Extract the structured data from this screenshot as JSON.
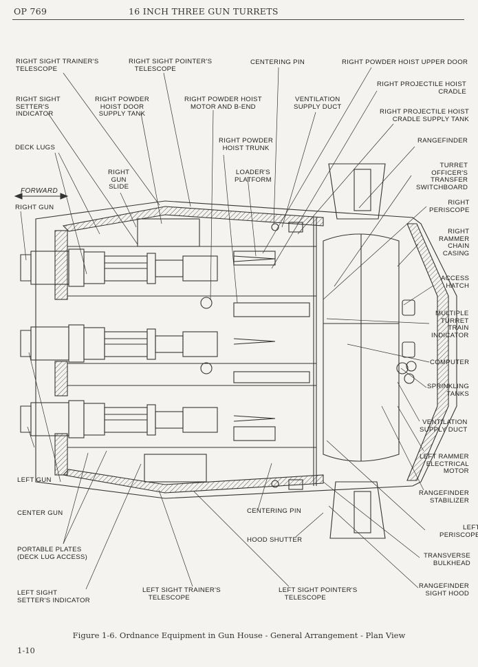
{
  "header": {
    "doc_number": "OP 769",
    "title": "16 INCH THREE GUN TURRETS"
  },
  "forward_arrow_label": "FORWARD",
  "labels": {
    "right_sight_trainers_telescope": "RIGHT SIGHT TRAINER'S\nTELESCOPE",
    "right_sight_pointers_telescope": "RIGHT SIGHT POINTER'S\n   TELESCOPE",
    "centering_pin_top": "CENTERING PIN",
    "right_powder_hoist_upper_door": "RIGHT POWDER HOIST UPPER DOOR",
    "right_projectile_hoist_cradle": "RIGHT PROJECTILE HOIST\nCRADLE",
    "right_sight_setters_indicator": "RIGHT SIGHT\nSETTER'S\nINDICATOR",
    "right_powder_hoist_door_supply_tank": "RIGHT POWDER\nHOIST DOOR\nSUPPLY TANK",
    "right_powder_hoist_motor_b_end": "RIGHT POWDER HOIST\nMOTOR AND B-END",
    "ventilation_supply_duct_top": "VENTILATION\nSUPPLY DUCT",
    "right_projectile_hoist_cradle_supply_tank": "RIGHT PROJECTILE HOIST\nCRADLE SUPPLY TANK",
    "right_powder_hoist_trunk": "RIGHT POWDER\nHOIST TRUNK",
    "rangefinder": "RANGEFINDER",
    "deck_lugs": "DECK LUGS",
    "loaders_platform": "LOADER'S\nPLATFORM",
    "turret_officers_transfer_switchboard": "TURRET\nOFFICER'S\nTRANSFER\nSWITCHBOARD",
    "right_gun_slide": "RIGHT\nGUN\nSLIDE",
    "right_gun": "RIGHT GUN",
    "right_periscope": "RIGHT\nPERISCOPE",
    "right_rammer_chain_casing": "RIGHT\nRAMMER\nCHAIN\nCASING",
    "access_hatch": "ACCESS\nHATCH",
    "multiple_turret_train_indicator": "MULTIPLE\nTURRET\nTRAIN\nINDICATOR",
    "computer": "COMPUTER",
    "sprinkling_tanks": "SPRINKLING\nTANKS",
    "ventilation_supply_duct_right": "VENTILATION\nSUPPLY DUCT",
    "left_rammer_electrical_motor": "LEFT RAMMER\nELECTRICAL\nMOTOR",
    "left_gun": "LEFT GUN",
    "rangefinder_stabilizer": "RANGEFINDER\nSTABILIZER",
    "center_gun": "CENTER GUN",
    "centering_pin_bottom": "CENTERING PIN",
    "left_periscope": "LEFT\nPERISCOPE",
    "hood_shutter": "HOOD SHUTTER",
    "portable_plates": "PORTABLE PLATES\n(DECK LUG ACCESS)",
    "transverse_bulkhead": "TRANSVERSE\nBULKHEAD",
    "left_sight_setters_indicator": "LEFT SIGHT\nSETTER'S INDICATOR",
    "left_sight_trainers_telescope": "LEFT SIGHT TRAINER'S\n   TELESCOPE",
    "left_sight_pointers_telescope": "LEFT SIGHT POINTER'S\n   TELESCOPE",
    "rangefinder_sight_hood": "RANGEFINDER\nSIGHT HOOD"
  },
  "caption": "Figure 1-6.  Ordnance Equipment in Gun House - General Arrangement - Plan View",
  "page_number": "1-10"
}
